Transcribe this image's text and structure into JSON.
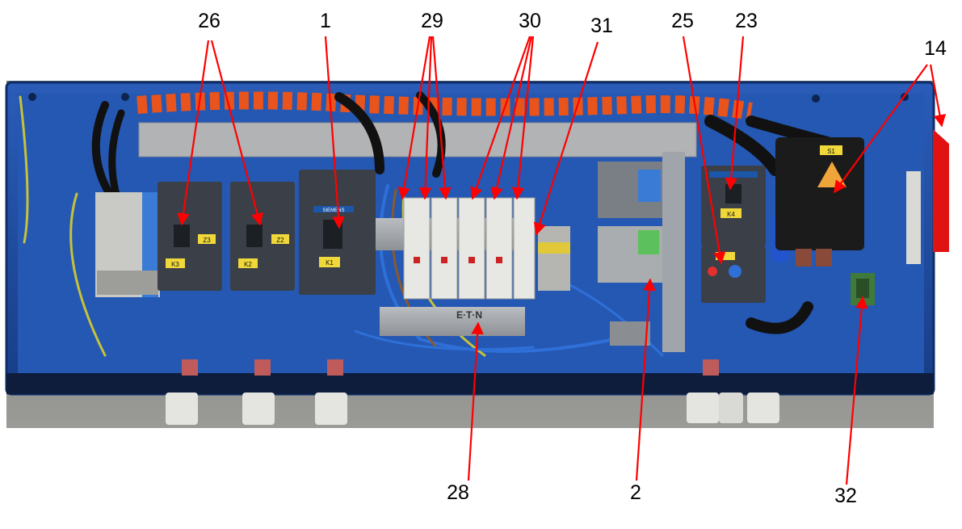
{
  "figure": {
    "callouts": [
      {
        "id": "c26",
        "label": "26"
      },
      {
        "id": "c1",
        "label": "1"
      },
      {
        "id": "c29",
        "label": "29"
      },
      {
        "id": "c30",
        "label": "30"
      },
      {
        "id": "c31",
        "label": "31"
      },
      {
        "id": "c25",
        "label": "25"
      },
      {
        "id": "c23",
        "label": "23"
      },
      {
        "id": "c14",
        "label": "14"
      },
      {
        "id": "c28",
        "label": "28"
      },
      {
        "id": "c2",
        "label": "2"
      },
      {
        "id": "c32",
        "label": "32"
      }
    ],
    "device_markings": {
      "k3": "K3",
      "k2": "K2",
      "k1": "K1",
      "k4": "K4",
      "z3": "Z3",
      "z2": "Z2",
      "s1": "S1",
      "brand_contactor": "SIEMENS",
      "brand_rail": "E·T·N"
    },
    "colors": {
      "arrow": "#ff0000",
      "enclosure_blue": "#1f4fa8",
      "contactor_gray": "#3a3f48",
      "cable_orange": "#e8541c",
      "floor_gray": "#8b8b88"
    }
  }
}
